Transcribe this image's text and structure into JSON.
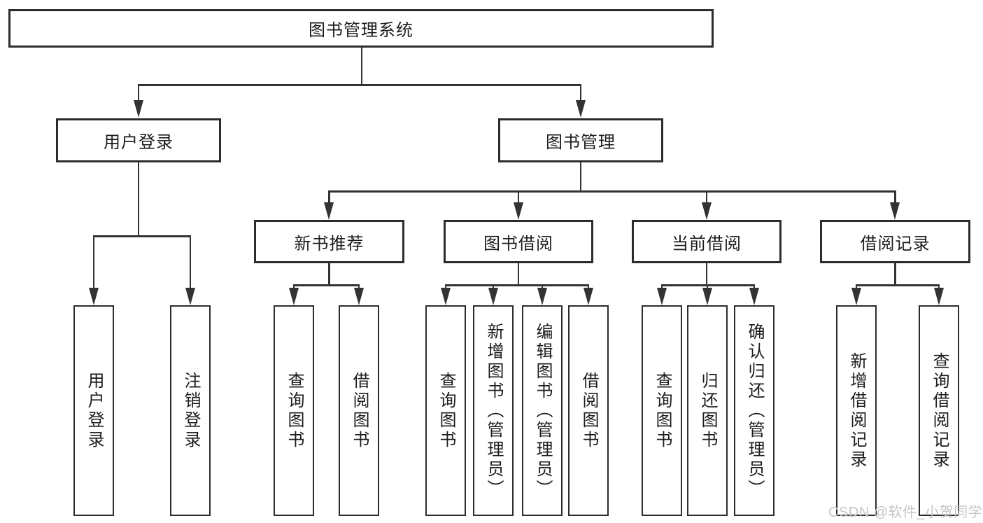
{
  "nodes": {
    "root": {
      "label": "图书管理系统"
    },
    "user_login": {
      "label": "用户登录",
      "children": {
        "login": {
          "label": "用户登录"
        },
        "logout": {
          "label": "注销登录"
        }
      }
    },
    "book_mgmt": {
      "label": "图书管理",
      "children": {
        "new_books": {
          "label": "新书推荐",
          "children": {
            "query": {
              "label": "查询图书"
            },
            "borrow": {
              "label": "借阅图书"
            }
          }
        },
        "book_borrow": {
          "label": "图书借阅",
          "children": {
            "query": {
              "label": "查询图书"
            },
            "add": {
              "label": "新增图书（管理员）"
            },
            "edit": {
              "label": "编辑图书（管理员）"
            },
            "borrow": {
              "label": "借阅图书"
            }
          }
        },
        "current_borrow": {
          "label": "当前借阅",
          "children": {
            "query": {
              "label": "查询图书"
            },
            "return": {
              "label": "归还图书"
            },
            "confirm": {
              "label": "确认归还（管理员）"
            }
          }
        },
        "borrow_records": {
          "label": "借阅记录",
          "children": {
            "add": {
              "label": "新增借阅记录"
            },
            "query": {
              "label": "查询借阅记录"
            }
          }
        }
      }
    }
  },
  "watermark": {
    "text": "CSDN @软件_小贺同学"
  },
  "colors": {
    "line": "#333333",
    "border": "#2c2c2c",
    "text": "#1c1c1c",
    "watermark": "#c6c6c6",
    "background": "#ffffff"
  }
}
